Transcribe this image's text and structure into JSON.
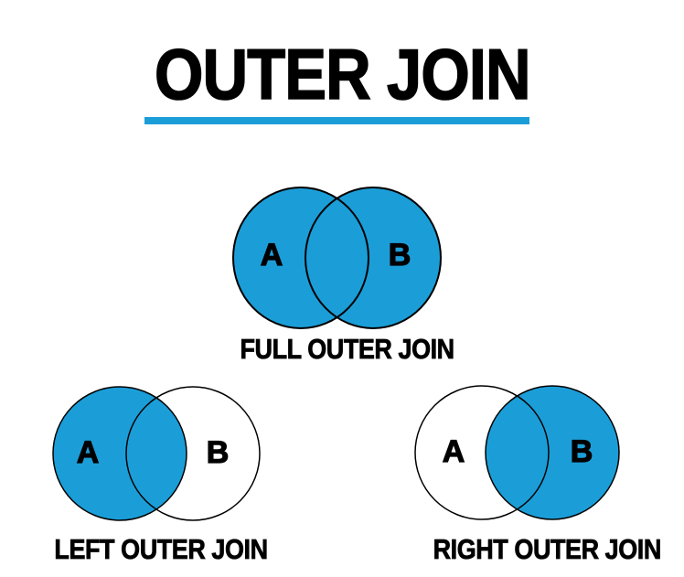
{
  "title": "OUTER JOIN",
  "colors": {
    "accent_blue": "#1B9ED8",
    "circle_fill": "#1B9ED8",
    "circle_empty": "#FFFFFF",
    "outline": "#000000",
    "text": "#000000"
  },
  "diagrams": [
    {
      "name": "full-outer-join",
      "caption": "FULL OUTER JOIN",
      "set_a_label": "A",
      "set_b_label": "B",
      "a_filled": true,
      "b_filled": true
    },
    {
      "name": "left-outer-join",
      "caption": "LEFT OUTER JOIN",
      "set_a_label": "A",
      "set_b_label": "B",
      "a_filled": true,
      "b_filled": false
    },
    {
      "name": "right-outer-join",
      "caption": "RIGHT OUTER JOIN",
      "set_a_label": "A",
      "set_b_label": "B",
      "a_filled": false,
      "b_filled": true
    }
  ]
}
